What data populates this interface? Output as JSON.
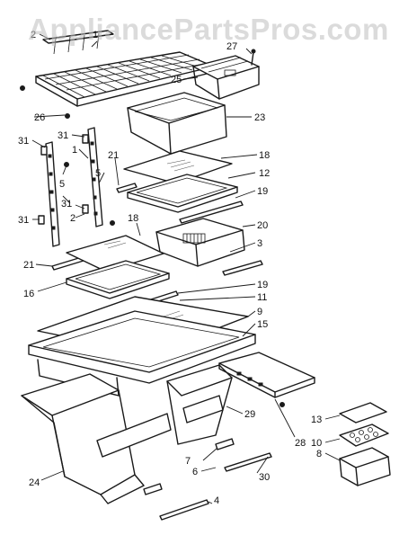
{
  "watermark": "AppliancePartsPros.com",
  "callouts": {
    "c2a": "2",
    "c1a": "1",
    "c27": "27",
    "c25": "25",
    "c23": "23",
    "c26": "26",
    "c31a": "31",
    "c31b": "31",
    "c1b": "1",
    "c21a": "21",
    "c5a": "5",
    "c5b": "5",
    "c31c": "31",
    "c2b": "2",
    "c31d": "31",
    "c18a": "18",
    "c12": "12",
    "c19a": "19",
    "c20": "20",
    "c18b": "18",
    "c3": "3",
    "c21b": "21",
    "c16": "16",
    "c19b": "19",
    "c11": "11",
    "c9": "9",
    "c15": "15",
    "c29": "29",
    "c28": "28",
    "c13": "13",
    "c10": "10",
    "c8": "8",
    "c7": "7",
    "c6": "6",
    "c30": "30",
    "c24": "24",
    "c4": "4"
  }
}
